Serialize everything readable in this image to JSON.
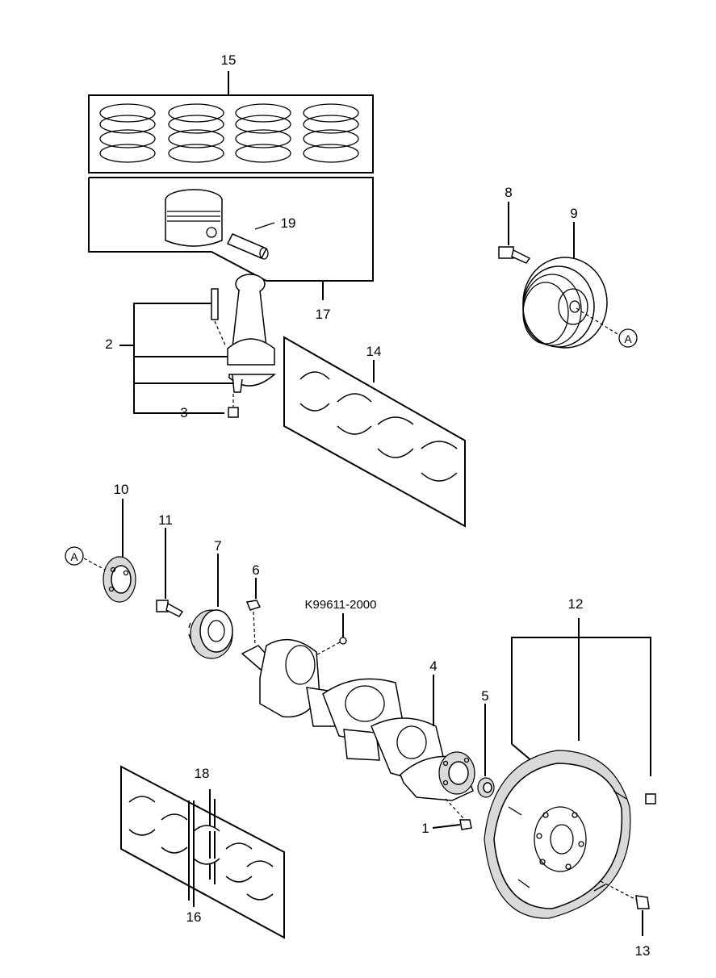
{
  "callouts": {
    "c1": "1",
    "c2": "2",
    "c3": "3",
    "c4": "4",
    "c5": "5",
    "c6": "6",
    "c7": "7",
    "c8": "8",
    "c9": "9",
    "c10": "10",
    "c11": "11",
    "c12": "12",
    "c13": "13",
    "c14": "14",
    "c15": "15",
    "c16": "16",
    "c17": "17",
    "c18": "18",
    "c19": "19"
  },
  "ref_a_top": "A",
  "ref_a_left": "A",
  "part_code": "K99611-2000"
}
